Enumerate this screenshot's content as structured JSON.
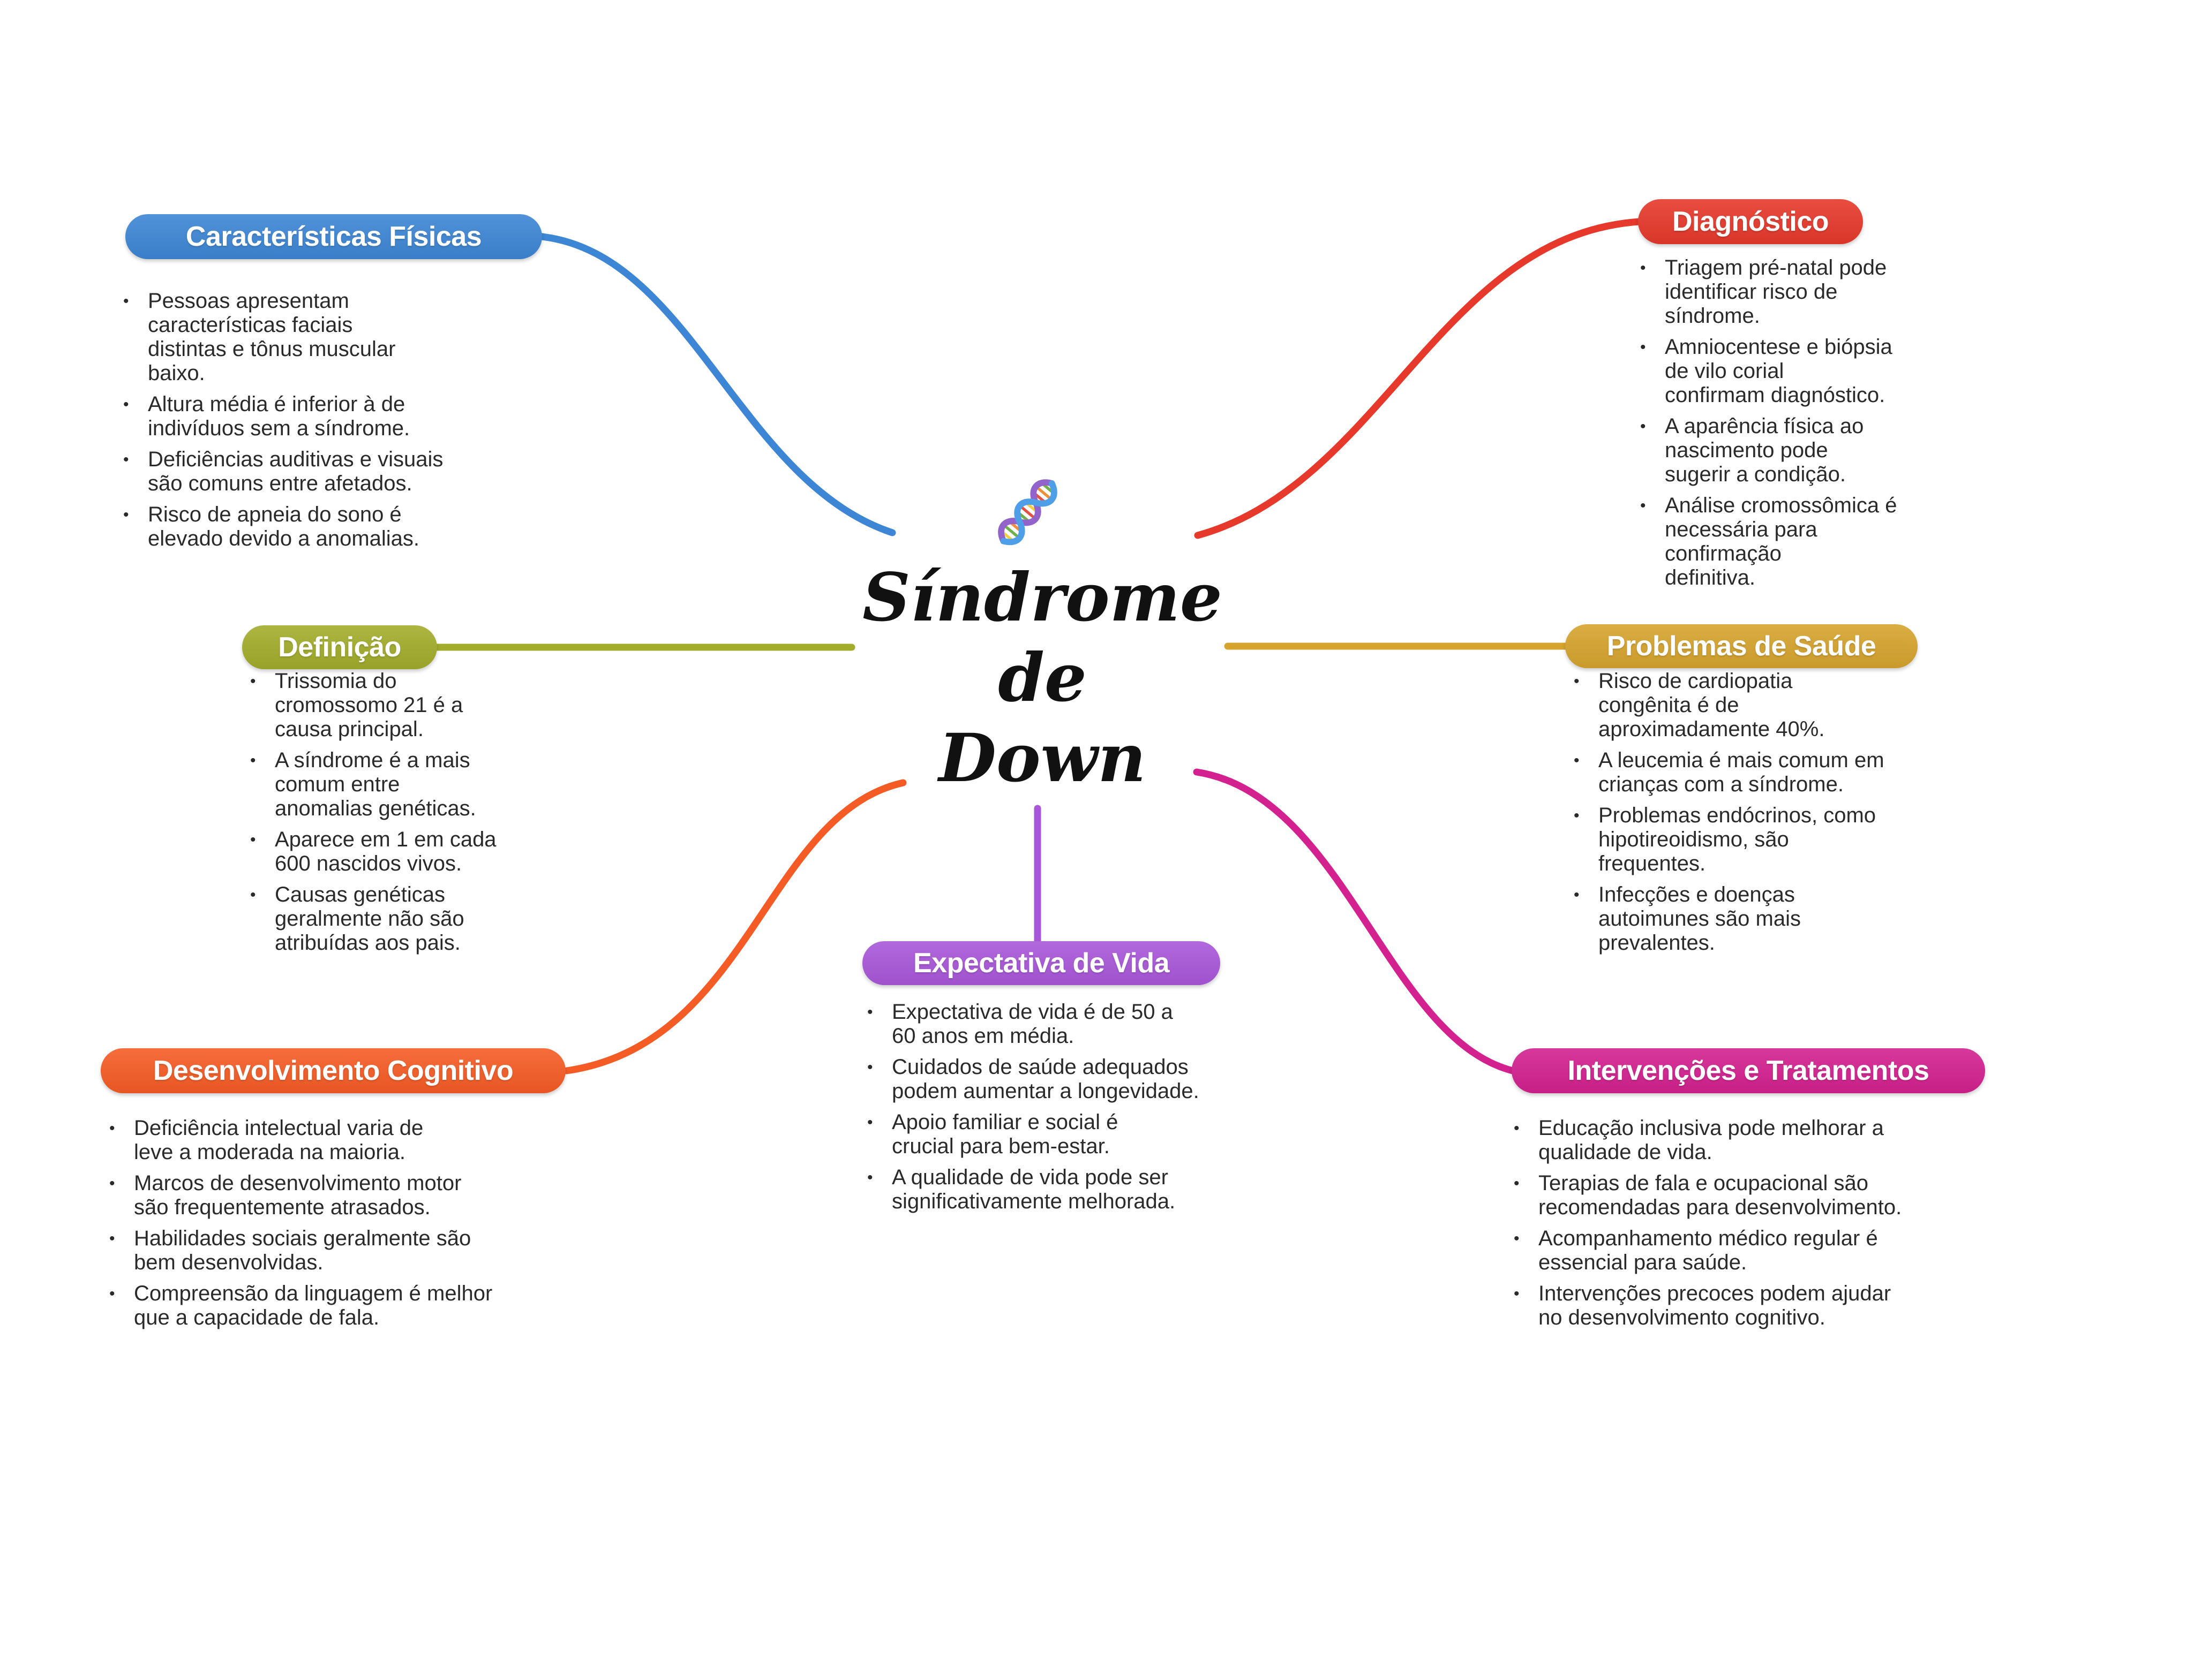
{
  "background": "#ffffff",
  "text_color": "#2a2a2a",
  "center": {
    "icon": "dna-icon",
    "title_lines": [
      "Síndrome",
      "de",
      "Down"
    ],
    "title_color": "#111111"
  },
  "icon_colors": {
    "strand_blue": "#4f9fe8",
    "strand_purple": "#9263cb",
    "rung_green": "#6fb04a",
    "rung_orange": "#ef8f3c",
    "rung_red": "#e25345",
    "rung_yellow": "#f2ce43"
  },
  "branches": [
    {
      "id": "caracteristicas-fisicas",
      "label": "Características Físicas",
      "color": "#3d86d5",
      "bullets": [
        "Pessoas apresentam\ncaracterísticas faciais\ndistintas e tônus muscular\nbaixo.",
        "Altura média é inferior à de\nindivíduos sem a síndrome.",
        "Deficiências auditivas e visuais\nsão comuns entre afetados.",
        "Risco de apneia do sono é\nelevado devido a anomalias."
      ]
    },
    {
      "id": "diagnostico",
      "label": "Diagnóstico",
      "color": "#e6392b",
      "bullets": [
        "Triagem pré-natal pode\nidentificar risco de\nsíndrome.",
        "Amniocentese e biópsia\nde vilo corial\nconfirmam diagnóstico.",
        "A aparência física ao\nnascimento pode\nsugerir a condição.",
        "Análise cromossômica é\nnecessária para\nconfirmação\ndefinitiva."
      ]
    },
    {
      "id": "definicao",
      "label": "Definição",
      "color": "#a2ad2b",
      "bullets": [
        "Trissomia do\ncromossomo 21 é a\ncausa principal.",
        "A síndrome é a mais\ncomum entre\nanomalias genéticas.",
        "Aparece em 1 em cada\n600 nascidos vivos.",
        "Causas genéticas\ngeralmente não são\natribuídas aos pais."
      ]
    },
    {
      "id": "problemas-de-saude",
      "label": "Problemas de Saúde",
      "color": "#d6a42e",
      "bullets": [
        "Risco de cardiopatia\ncongênita é de\naproximadamente 40%.",
        "A leucemia é mais comum em\ncrianças com a síndrome.",
        "Problemas endócrinos, como\nhipotireoidismo, são\nfrequentes.",
        "Infecções e doenças\nautoimunes são mais\nprevalentes."
      ]
    },
    {
      "id": "desenvolvimento-cognitivo",
      "label": "Desenvolvimento Cognitivo",
      "color": "#f55c25",
      "bullets": [
        "Deficiência intelectual varia de\nleve a moderada na maioria.",
        "Marcos de desenvolvimento motor\nsão frequentemente atrasados.",
        "Habilidades sociais geralmente são\nbem desenvolvidas.",
        "Compreensão da linguagem é melhor\nque a capacidade de fala."
      ]
    },
    {
      "id": "intervencoes-e-tratamentos",
      "label": "Intervenções e Tratamentos",
      "color": "#d3218f",
      "bullets": [
        "Educação inclusiva pode melhorar a\nqualidade de vida.",
        "Terapias de fala e ocupacional são\nrecomendadas para desenvolvimento.",
        "Acompanhamento médico regular é\nessencial para saúde.",
        "Intervenções precoces podem ajudar\nno desenvolvimento cognitivo."
      ]
    },
    {
      "id": "expectativa-de-vida",
      "label": "Expectativa de Vida",
      "color": "#a957d9",
      "bullets": [
        "Expectativa de vida é de 50 a\n60 anos em média.",
        "Cuidados de saúde adequados\npodem aumentar a longevidade.",
        "Apoio familiar e social é\ncrucial para bem-estar.",
        "A qualidade de vida pode ser\nsignificativamente melhorada."
      ]
    }
  ]
}
